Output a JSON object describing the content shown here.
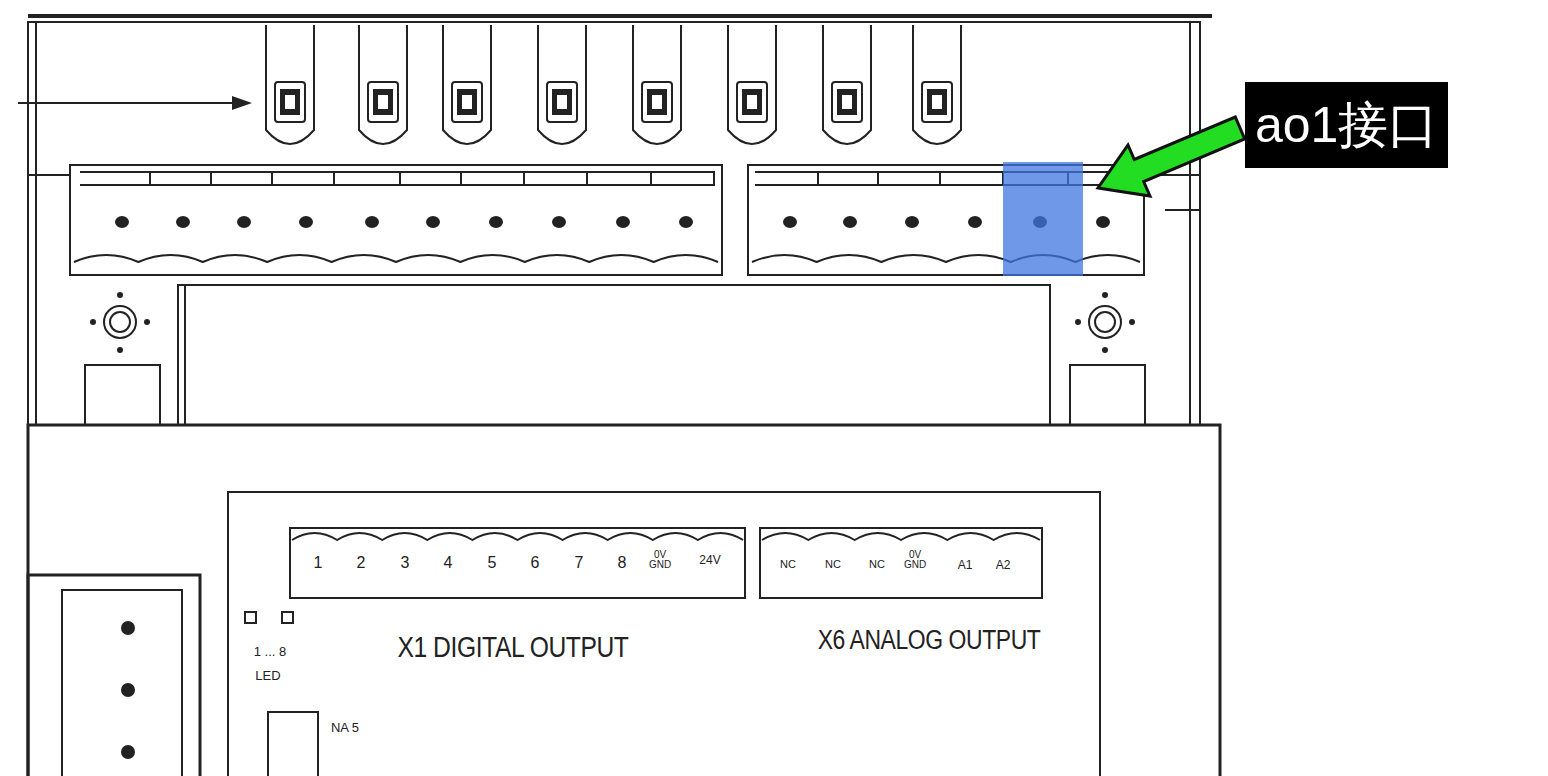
{
  "diagram": {
    "nodes": [
      {
        "text": [
          "ao1接口"
        ]
      }
    ],
    "labels": [
      "1",
      "2",
      "3",
      "4",
      "5",
      "6",
      "7",
      "8",
      "0V GND",
      "24V",
      "NC",
      "NC",
      "NC",
      "0V GND",
      "A1",
      "A2",
      "1 ... 8",
      "LED",
      "X1 DIGITAL OUTPUT",
      "X6 ANALOG OUTPUT",
      "NA 5"
    ]
  }
}
